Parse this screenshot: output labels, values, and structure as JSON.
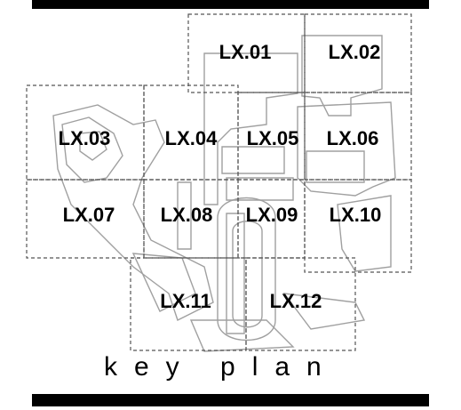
{
  "zones": [
    {
      "id": "z01",
      "label": "LX.01"
    },
    {
      "id": "z02",
      "label": "LX.02"
    },
    {
      "id": "z03",
      "label": "LX.03"
    },
    {
      "id": "z04",
      "label": "LX.04"
    },
    {
      "id": "z05",
      "label": "LX.05"
    },
    {
      "id": "z06",
      "label": "LX.06"
    },
    {
      "id": "z07",
      "label": "LX.07"
    },
    {
      "id": "z08",
      "label": "LX.08"
    },
    {
      "id": "z09",
      "label": "LX.09"
    },
    {
      "id": "z10",
      "label": "LX.10"
    },
    {
      "id": "z11",
      "label": "LX.11"
    },
    {
      "id": "z12",
      "label": "LX.12"
    }
  ],
  "caption": "key plan",
  "colors": {
    "ink": "#000000",
    "plan_lines": "#9a9a9a",
    "zone_border": "#555555"
  }
}
